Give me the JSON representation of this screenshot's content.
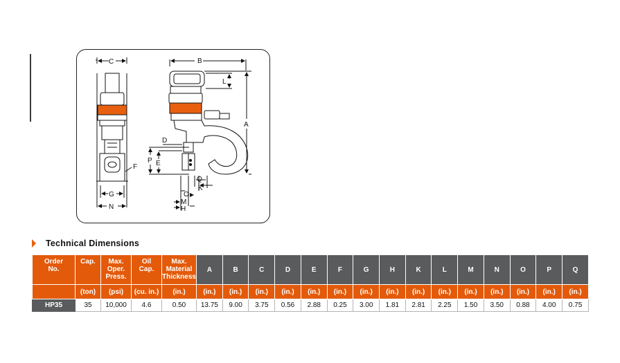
{
  "diagram": {
    "dimension_letters": [
      "A",
      "B",
      "C",
      "D",
      "E",
      "F",
      "G",
      "H",
      "K",
      "L",
      "M",
      "N",
      "O",
      "P",
      "Q"
    ]
  },
  "section": {
    "title": "Technical Dimensions"
  },
  "table": {
    "headers": {
      "order_no": "Order\nNo.",
      "cap": "Cap.",
      "max_oper_press": "Max.\nOper.\nPress.",
      "oil_cap": "Oil\nCap.",
      "max_material_thickness": "Max.\nMaterial\nThickness",
      "dims": [
        "A",
        "B",
        "C",
        "D",
        "E",
        "F",
        "G",
        "H",
        "K",
        "L",
        "M",
        "N",
        "O",
        "P",
        "Q"
      ]
    },
    "units": {
      "cap": "(ton)",
      "max_oper_press": "(psi)",
      "oil_cap": "(cu. in.)",
      "max_material_thickness": "(in.)",
      "dims": "(in.)"
    },
    "rows": [
      {
        "order_no": "HP35",
        "cap": "35",
        "max_oper_press": "10,000",
        "oil_cap": "4.6",
        "max_material_thickness": "0.50",
        "dims": [
          "13.75",
          "9.00",
          "3.75",
          "0.56",
          "2.88",
          "0.25",
          "3.00",
          "1.81",
          "2.81",
          "2.25",
          "1.50",
          "3.50",
          "0.88",
          "4.00",
          "0.75"
        ]
      }
    ]
  },
  "colors": {
    "accent_orange": "#e35a0a",
    "header_gray": "#5a5b5c"
  }
}
